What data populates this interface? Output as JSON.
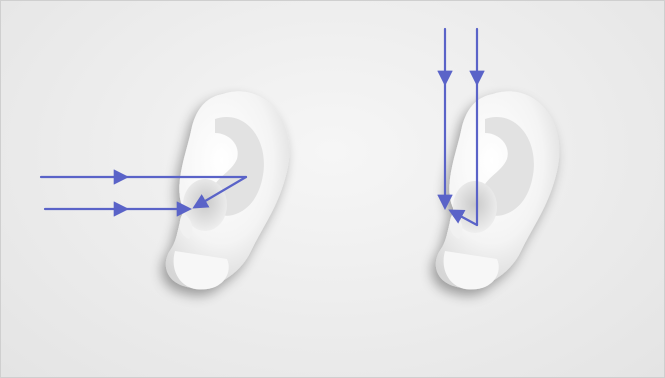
{
  "figure": {
    "panels": [
      {
        "id": "horizontal-incidence",
        "ray_direction": "horizontal"
      },
      {
        "id": "vertical-incidence",
        "ray_direction": "vertical"
      }
    ]
  },
  "colors": {
    "background": "#ebebeb",
    "ear_highlight": "#ffffff",
    "ear_shadow": "#bdbdbd",
    "ray": "#5a63c8",
    "border": "#cfcfcf"
  },
  "icons": {
    "ear": "ear-illustration",
    "arrow": "arrowhead"
  }
}
